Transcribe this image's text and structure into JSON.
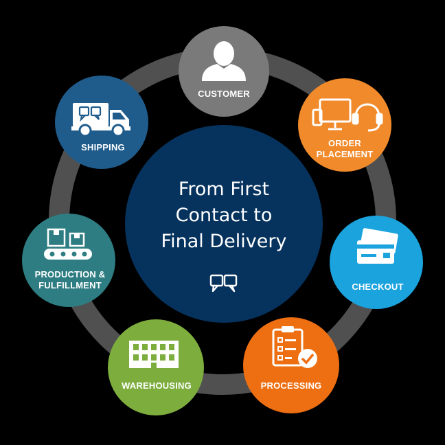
{
  "center": {
    "title_lines": [
      "From First",
      "Contact to",
      "Final Delivery"
    ],
    "icon": "chat-bubbles-logo-icon",
    "color": "#06335e"
  },
  "ring_color": "#505050",
  "chevron_color": "#ffffff",
  "steps": [
    {
      "label_lines": [
        "CUSTOMER"
      ],
      "icon": "person-icon",
      "color": "#7a7a7a"
    },
    {
      "label_lines": [
        "ORDER",
        "PLACEMENT"
      ],
      "icon": "computer-headset-icon",
      "color": "#f08a2b"
    },
    {
      "label_lines": [
        "CHECKOUT"
      ],
      "icon": "credit-card-icon",
      "color": "#1ba3de"
    },
    {
      "label_lines": [
        "PROCESSING"
      ],
      "icon": "clipboard-check-icon",
      "color": "#ee6f12"
    },
    {
      "label_lines": [
        "WAREHOUSING"
      ],
      "icon": "warehouse-building-icon",
      "color": "#7cad3d"
    },
    {
      "label_lines": [
        "PRODUCTION &",
        "FULFILLMENT"
      ],
      "icon": "conveyor-boxes-icon",
      "color": "#2e7d82"
    },
    {
      "label_lines": [
        "SHIPPING"
      ],
      "icon": "delivery-truck-icon",
      "color": "#1f5c8c"
    }
  ]
}
